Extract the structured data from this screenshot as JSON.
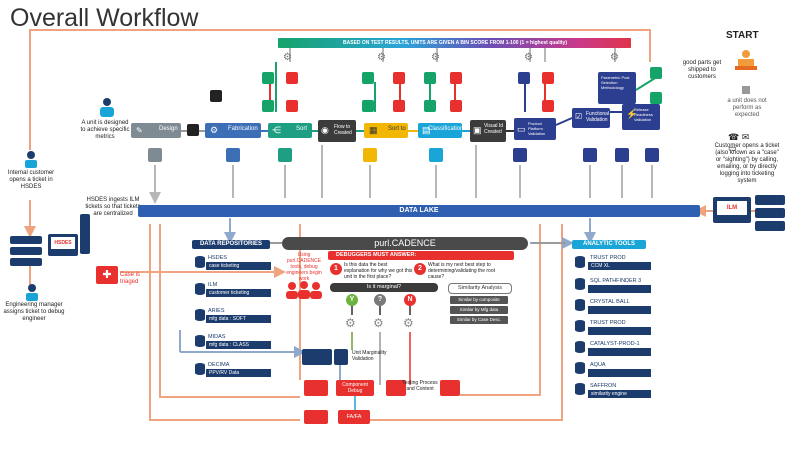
{
  "title": "Overall Workflow",
  "banner": "BASED ON TEST RESULTS, UNITS ARE GIVEN A BIN SCORE FROM 1-100 (1 = highest quality)",
  "start": {
    "label": "START",
    "good_parts": "good parts get shipped to customers",
    "not_perform": "a unit does not perform as expected",
    "customer_opens": "Customer opens a ticket (also known as a \"case\" or \"sighting\") by calling, emailing, or by directly logging into ticketing system"
  },
  "left": {
    "designed": "A unit is designed to achieve specific metrics",
    "internal": "Internal customer opens a ticket in HSDES",
    "hsdes_ingest": "HSDES ingests ILM tickets so that tickets are centralized",
    "hsdes_screen": "HSDES",
    "ilm_screen": "ILM",
    "eng_manager": "Engineering manager assigns ticket to debug engineer",
    "case_triaged": "Case is triaged"
  },
  "steps": [
    {
      "label": "Design",
      "color": "#7f8b93"
    },
    {
      "label": "Fabrication",
      "color": "#3d6fb6"
    },
    {
      "label": "Sort",
      "color": "#1e9e82"
    },
    {
      "label": "Flow to Created",
      "color": "#3b3b3b"
    },
    {
      "label": "Sort to",
      "color": "#f2b705"
    },
    {
      "label": "Classification",
      "color": "#1aa5d8"
    },
    {
      "label": "Visual Id Created",
      "color": "#3b3b3b"
    },
    {
      "label": "Product Platform Validation",
      "color": "#2c3e8f"
    },
    {
      "label": "Functional Validation",
      "color": "#2c3e8f"
    },
    {
      "label": "Parametric Post Selection Methodology",
      "color": "#2c3e8f"
    },
    {
      "label": "Release Readiness Validation",
      "color": "#2c3e8f"
    }
  ],
  "data_lake": "DATA LAKE",
  "repositories": {
    "header": "DATA REPOSITORIES",
    "items": [
      {
        "name": "HSDES",
        "sub": "case ticketing"
      },
      {
        "name": "ILM",
        "sub": "customer ticketing"
      },
      {
        "name": "ARIES",
        "sub": "mfg data : SOFT"
      },
      {
        "name": "MIDAS",
        "sub": "mfg data : CLASS"
      },
      {
        "name": "DECIMA",
        "sub": "PPV/RV Data"
      }
    ]
  },
  "center": {
    "title": "purl.CADENCE",
    "using": "Using purl.CADENCE tools, debug engineers begin work",
    "debuggers": "DEBUGGERS MUST ANSWER:",
    "q1": "Is this data the best explanation for why we got this unit in the first place?",
    "q2": "What is my next best step to determining/validating the root cause?",
    "marginal": "Is it marginal?",
    "y": "Y",
    "q": "?",
    "n": "N",
    "similarity": "Similarity Analysis",
    "sim_buttons": [
      "Similar by composite",
      "Similar by Mfg data",
      "Similar by Case Desc."
    ],
    "n1": "1",
    "n2": "2"
  },
  "bottom": {
    "unit_marginality": "Unit Marginality Validation",
    "compute_debug": "Component Debug",
    "test_process": "Testing Process and Content",
    "fa": "FA/FA"
  },
  "tools": {
    "header": "ANALYTIC TOOLS",
    "items": [
      {
        "name": "TRUST PROD",
        "sub": "CCM XL"
      },
      {
        "name": "SQL PATHFINDER 3",
        "sub": ""
      },
      {
        "name": "CRYSTAL BALL",
        "sub": ""
      },
      {
        "name": "TRUST PROD",
        "sub": ""
      },
      {
        "name": "CATALYST-PROD-1",
        "sub": ""
      },
      {
        "name": "AQUA",
        "sub": ""
      },
      {
        "name": "SAFFRON",
        "sub": "similarity engine"
      }
    ]
  },
  "colors": {
    "lake": "#2f5fb0",
    "navy": "#1d3c6e",
    "red": "#e8312f",
    "orange_wire": "#f0a37f",
    "green": "#1e9e82",
    "gray": "#555555"
  }
}
